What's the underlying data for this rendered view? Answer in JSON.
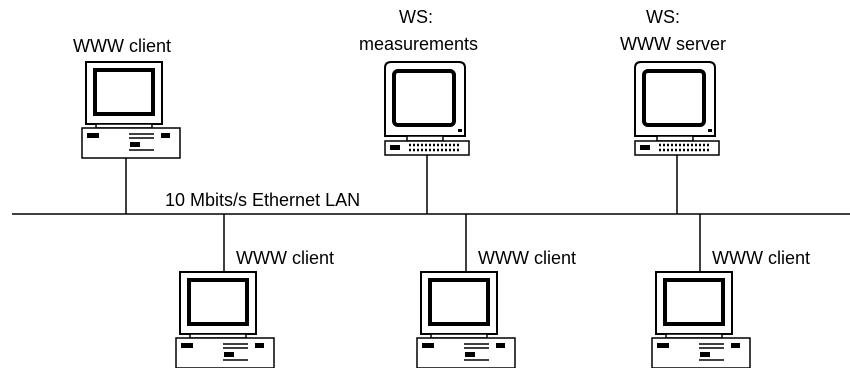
{
  "network_label": "10 Mbits/s Ethernet LAN",
  "nodes": [
    {
      "role": "client",
      "label_lines": [
        "WWW client"
      ]
    },
    {
      "role": "workstation",
      "label_lines": [
        "WS:",
        "measurements"
      ]
    },
    {
      "role": "workstation",
      "label_lines": [
        "WS:",
        "WWW server"
      ]
    },
    {
      "role": "client",
      "label_lines": [
        "WWW client"
      ]
    },
    {
      "role": "client",
      "label_lines": [
        "WWW client"
      ]
    },
    {
      "role": "client",
      "label_lines": [
        "WWW client"
      ]
    }
  ]
}
